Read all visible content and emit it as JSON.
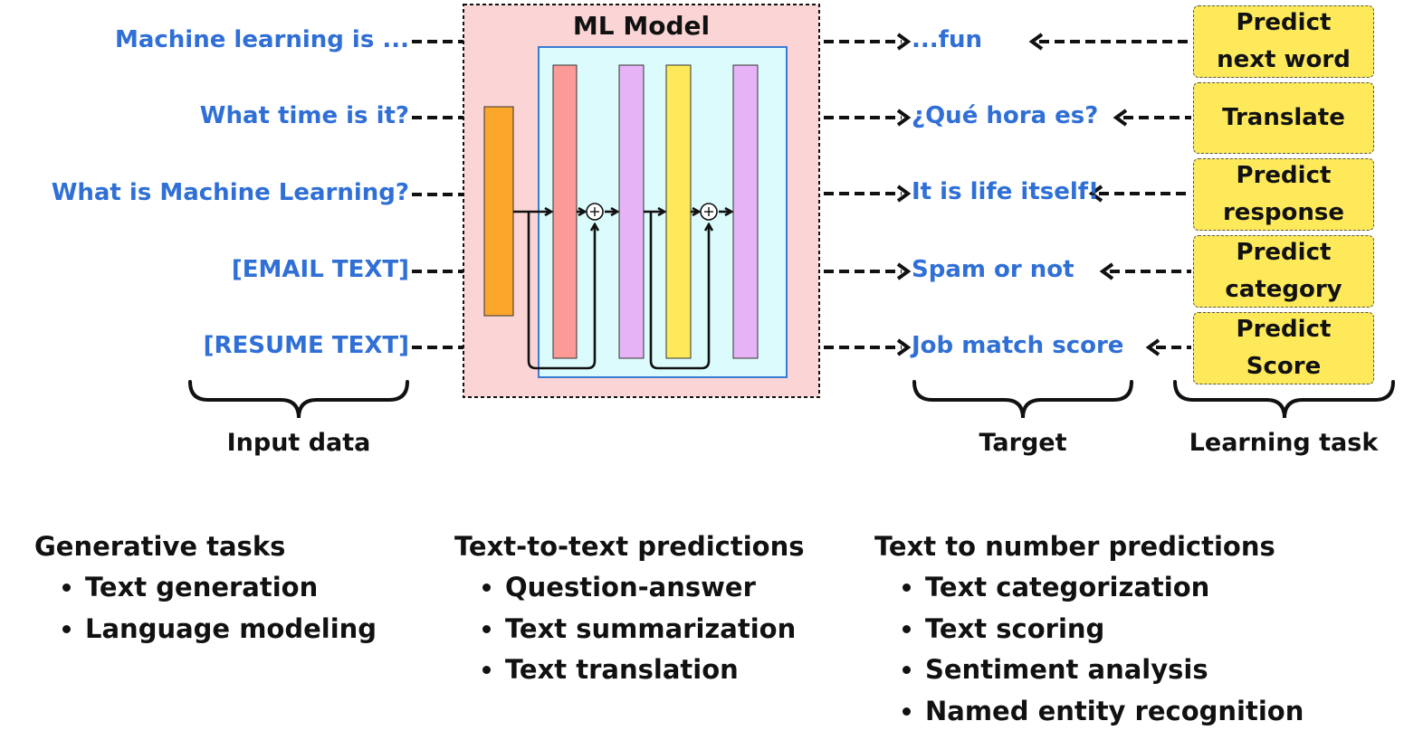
{
  "model": {
    "title": "ML Model"
  },
  "inputs": [
    "Machine learning is ...",
    "What time is it?",
    "What is Machine Learning?",
    "[EMAIL TEXT]",
    "[RESUME TEXT]"
  ],
  "targets": [
    "...fun",
    "¿Qué hora es?",
    "It is life itself!",
    "Spam or not",
    "Job match score"
  ],
  "tasks": [
    "Predict next word",
    "Translate",
    "Predict response",
    "Predict category",
    "Predict Score"
  ],
  "group_labels": {
    "input": "Input data",
    "target": "Target",
    "task": "Learning task"
  },
  "categories": [
    {
      "title": "Generative tasks",
      "items": [
        "Text generation",
        "Language modeling"
      ]
    },
    {
      "title": "Text-to-text predictions",
      "items": [
        "Question-answer",
        "Text summarization",
        "Text translation"
      ]
    },
    {
      "title": "Text to number predictions",
      "items": [
        "Text categorization",
        "Text scoring",
        "Sentiment analysis",
        "Named entity recognition"
      ]
    }
  ],
  "colors": {
    "text_blue": "#2f6fd6",
    "model_bg": "#fbd5d5",
    "inner_bg": "#dcfbfc",
    "inner_border": "#3a7bd5",
    "layer_orange": "#f9a62b",
    "layer_red": "#fb9a96",
    "layer_purple": "#e6b4f6",
    "layer_yellow": "#fde95a",
    "task_yellow": "#fde95a"
  }
}
